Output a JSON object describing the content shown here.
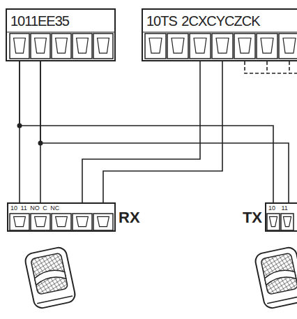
{
  "diagram": {
    "nodes": [
      {
        "text": [
          "1011EE35"
        ]
      },
      {
        "text": [
          "10TS 2CXCYCZCK"
        ]
      },
      {
        "text": [
          "10 11 NO C NC",
          "RX"
        ]
      },
      {
        "text": [
          "10 11",
          "TX"
        ]
      }
    ],
    "edges": [
      {
        "from": 0,
        "to": 2,
        "arrow": "none"
      },
      {
        "from": 0,
        "to": 3,
        "arrow": "none"
      },
      {
        "from": 0,
        "to": 2,
        "arrow": "none"
      },
      {
        "from": 0,
        "to": 3,
        "arrow": "none"
      },
      {
        "from": 1,
        "to": 2,
        "arrow": "none"
      },
      {
        "from": 1,
        "to": 2,
        "arrow": "none"
      }
    ]
  }
}
